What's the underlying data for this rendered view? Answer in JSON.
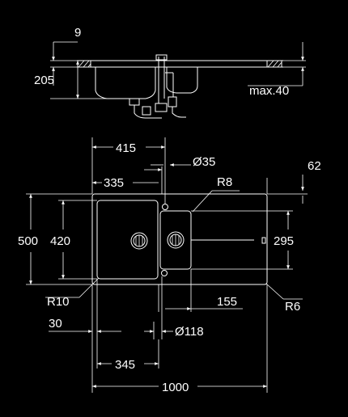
{
  "side_view": {
    "dim_rim_thickness": "9",
    "dim_depth": "205",
    "dim_max_thickness": "max.40"
  },
  "top_view": {
    "dim_main_bowl_center": "415",
    "dim_tap_hole": "Ø35",
    "dim_small_bowl_center": "335",
    "dim_small_bowl_radius": "R8",
    "dim_right_margin": "62",
    "dim_total_depth": "500",
    "dim_bowl_depth": "420",
    "dim_small_bowl_depth": "295",
    "dim_corner_radius_bowl": "R10",
    "dim_drainer_offset": "155",
    "dim_outer_radius": "R6",
    "dim_left_margin": "30",
    "dim_overflow": "Ø118",
    "dim_bowl_width": "345",
    "dim_total_width": "1000"
  }
}
